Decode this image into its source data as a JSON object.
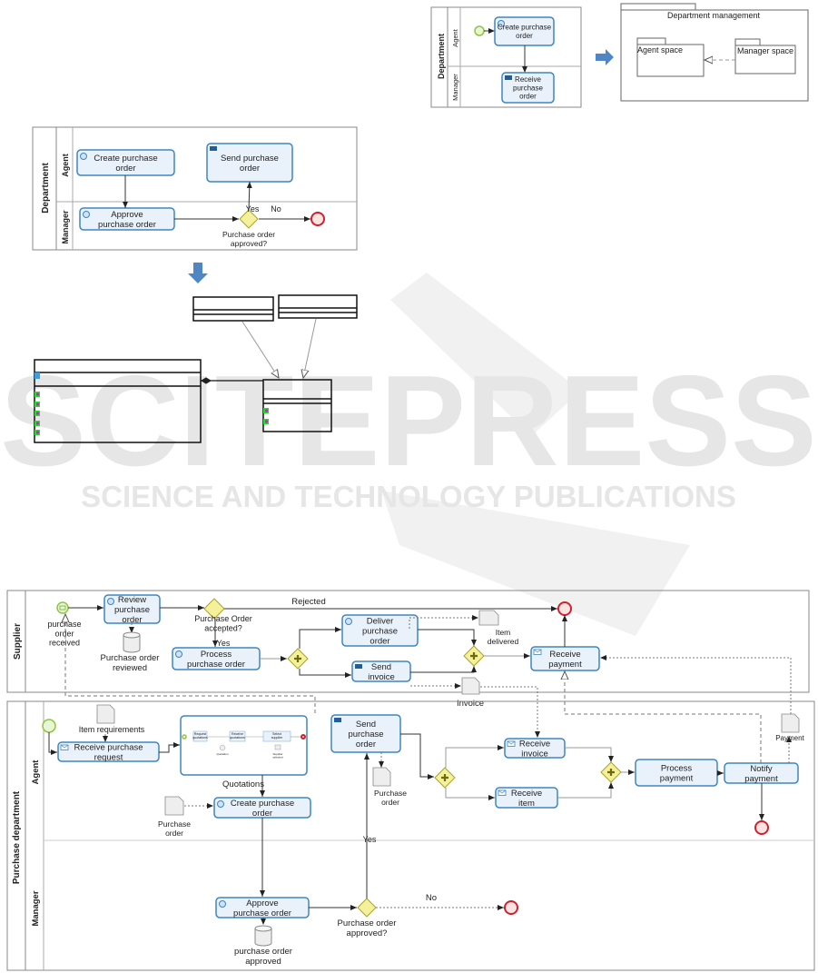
{
  "watermark": {
    "big": "SCITEPRESS",
    "small": "SCIENCE AND TECHNOLOGY PUBLICATIONS"
  },
  "top_bpmn": {
    "pool": "Department",
    "lanes": [
      "Agent",
      "Manager"
    ],
    "tasks": [
      [
        "Create purchase",
        "order"
      ],
      [
        "Receive",
        "purchase",
        "order"
      ]
    ]
  },
  "packages": {
    "outer": "Department management",
    "agent": "Agent space",
    "manager": "Manager space"
  },
  "mid_bpmn": {
    "pool": "Department",
    "lanes": [
      "Agent",
      "Manager"
    ],
    "tasks": [
      [
        "Create purchase",
        "order"
      ],
      [
        "Send purchase",
        "order"
      ],
      [
        "Approve",
        "purchase order"
      ]
    ],
    "gateway": [
      "Purchase order",
      "approved?"
    ],
    "yes": "Yes",
    "no": "No"
  },
  "bottom": {
    "supplier_pool": "Supplier",
    "purchase_pool": "Purchase department",
    "lanes": [
      "Agent",
      "Manager"
    ],
    "supplier": {
      "start_label": [
        "purchase",
        "order",
        "received"
      ],
      "review": [
        "Review",
        "purchase",
        "order"
      ],
      "reviewed_store": [
        "Purchase order",
        "reviewed"
      ],
      "gateway": [
        "Purchase Order",
        "accepted?"
      ],
      "rejected": "Rejected",
      "yes": "Yes",
      "process": [
        "Process",
        "purchase order"
      ],
      "deliver": [
        "Deliver",
        "purchase",
        "order"
      ],
      "send_invoice": [
        "Send",
        "invoice"
      ],
      "item_delivered": [
        "Item",
        "delivered"
      ],
      "receive_payment": [
        "Receive",
        "payment"
      ],
      "invoice": "Invoice"
    },
    "agent": {
      "item_requirements": "Item requirements",
      "receive_request": [
        "Receive purchase",
        "request"
      ],
      "sub_tasks": [
        [
          "Request",
          "quotations"
        ],
        [
          "Receive",
          "quotations"
        ],
        [
          "Select",
          "supplier"
        ]
      ],
      "sub_quotation": "Quotation",
      "sub_supplier": [
        "Supplier",
        "selected"
      ],
      "quotations": "Quotations",
      "create": [
        "Create purchase",
        "order"
      ],
      "po_doc": [
        "Purchase",
        "order"
      ],
      "send": [
        "Send",
        "purchase",
        "order"
      ],
      "po_doc2": [
        "Purchase",
        "order"
      ],
      "receive_invoice": [
        "Receive",
        "invoice"
      ],
      "receive_item": [
        "Receive",
        "item"
      ],
      "process_payment": [
        "Process",
        "payment"
      ],
      "notify_payment": [
        "Notify",
        "payment"
      ],
      "payment": "Payment"
    },
    "manager": {
      "approve": [
        "Approve",
        "purchase order"
      ],
      "approved_store": [
        "purchase order",
        "approved"
      ],
      "gateway": [
        "Purchase order",
        "approved?"
      ],
      "yes": "Yes",
      "no": "No"
    }
  },
  "colors": {
    "task_fill": "#e9f2fb",
    "task_stroke": "#3d85c0",
    "start": "#8cc63f",
    "end": "#d0202b",
    "gateway": "#f4f19a",
    "arrow": "#4f86c6"
  }
}
